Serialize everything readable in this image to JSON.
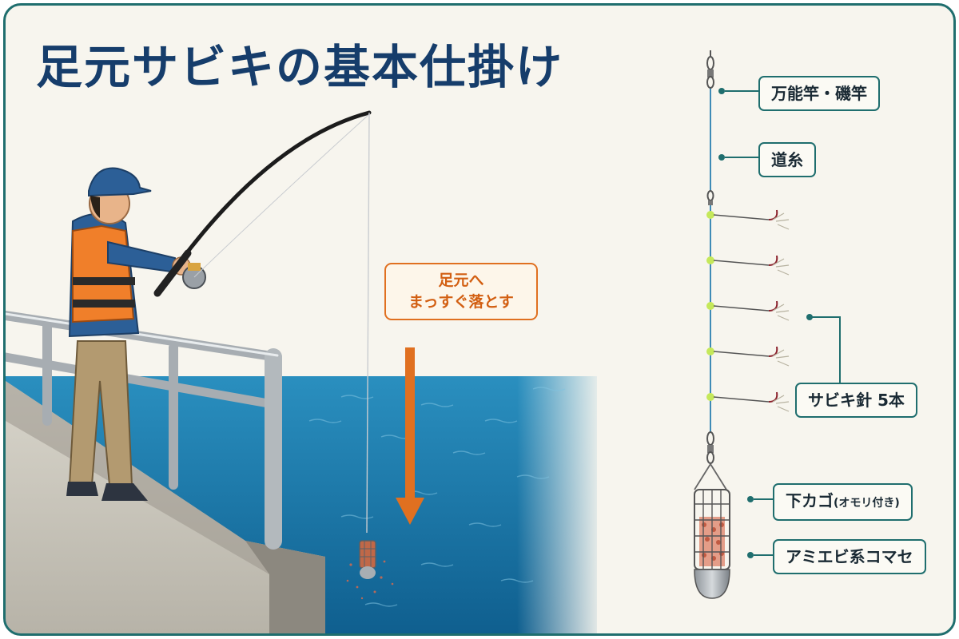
{
  "title": "足元サビキの基本仕掛け",
  "callout": {
    "line1": "足元へ",
    "line2": "まっすぐ落とす",
    "color": "#e07020"
  },
  "labels": {
    "rod": "万能竿・磯竿",
    "mainline": "道糸",
    "hooks": "サビキ針 5本",
    "basket_main": "下カゴ",
    "basket_note": "(オモリ付き)",
    "bait": "アミエビ系コマセ"
  },
  "colors": {
    "frame": "#1f6e6e",
    "title": "#163d6b",
    "sea": "#1b7fb0",
    "vest": "#f07f2a"
  },
  "icons": [
    "angler-figure",
    "fishing-rod-icon",
    "railing",
    "pier",
    "sea",
    "swivel-icon",
    "sabiki-hook-icon",
    "bait-basket-icon",
    "down-arrow-icon"
  ],
  "hook_count": 5
}
